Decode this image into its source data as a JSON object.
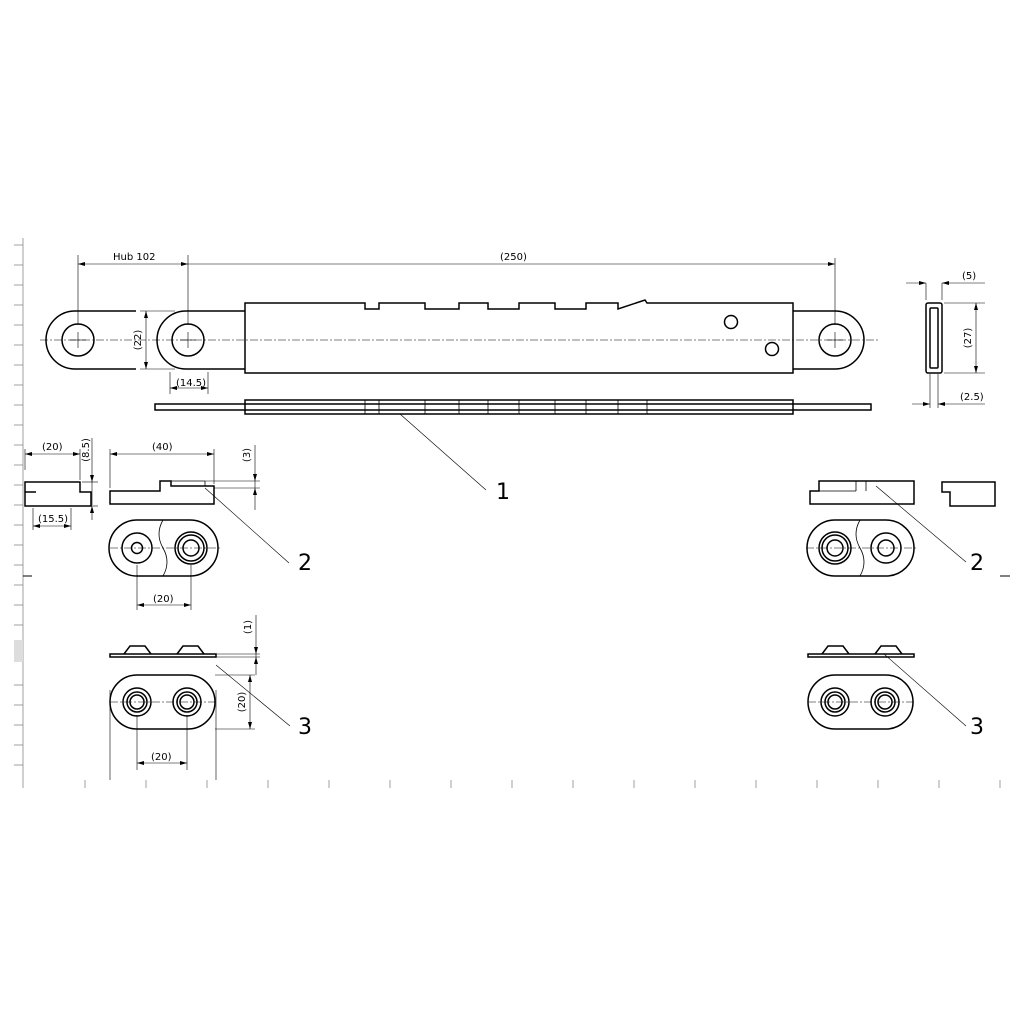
{
  "dimensions": {
    "stroke_length": "Hub 102",
    "overall_length": "(250)",
    "eye_diameter": "(22)",
    "eye_offset": "(14.5)",
    "profile_width": "(5)",
    "profile_height": "(27)",
    "wall_thickness": "(2.5)",
    "block_width": "(20)",
    "block_height": "(8.5)",
    "block_base": "(15.5)",
    "bracket_length": "(40)",
    "bracket_step": "(3)",
    "bracket_hole_pitch": "(20)",
    "plate_thickness": "(1)",
    "plate_width": "(20)",
    "plate_hole_pitch": "(20)"
  },
  "callouts": {
    "item_1": "1",
    "item_2_left": "2",
    "item_2_right": "2",
    "item_3_left": "3",
    "item_3_right": "3"
  }
}
